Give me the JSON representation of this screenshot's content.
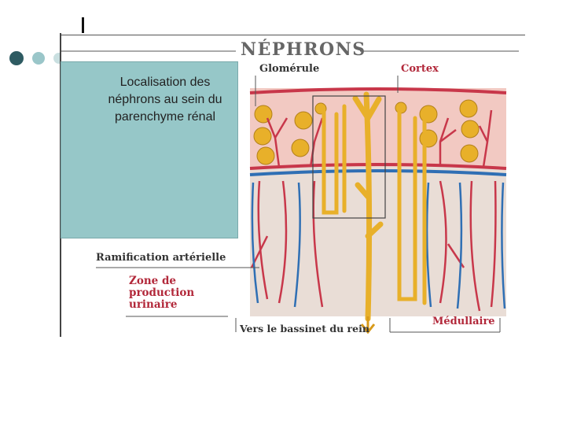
{
  "slide": {
    "bullet_colors": [
      "#2e5b62",
      "#9ac6c9",
      "#c9dfe0"
    ],
    "caption": "Localisation des néphrons au sein du parenchyme rénal"
  },
  "figure": {
    "title": "NÉPHRONS",
    "labels": {
      "glomerule": "Glomérule",
      "cortex": "Cortex",
      "ramification": "Ramification artérielle",
      "zone": "Zone de production urinaire",
      "bassinet": "Vers le bassinet du rein",
      "medullaire": "Médullaire"
    },
    "colors": {
      "artery": "#c8374a",
      "vein": "#2f6fb4",
      "tubule": "#e8b02a",
      "cortex_bg": "#f2c9c2",
      "medulla_bg": "#e9ddd6"
    }
  }
}
